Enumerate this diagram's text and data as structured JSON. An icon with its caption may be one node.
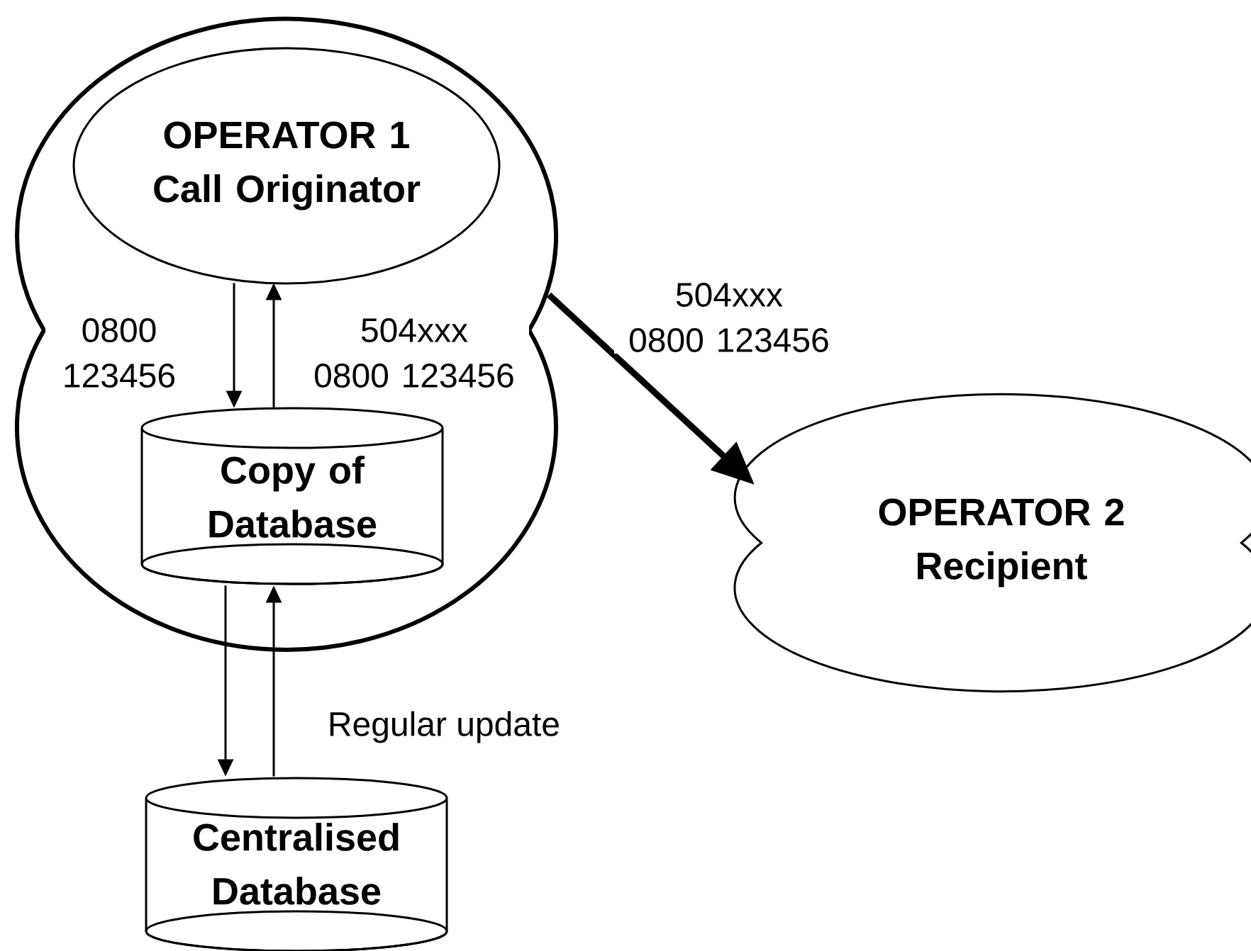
{
  "diagram": {
    "nodes": [
      {
        "text": [],
        "shape": "cloud"
      },
      {
        "text": [
          "OPERATOR 1",
          "Call Originator"
        ],
        "in": 0
      },
      {
        "text": [
          "Copy of Database"
        ],
        "in": 0
      },
      {
        "text": [
          "OPERATOR 2",
          "Recipient"
        ]
      },
      {
        "text": [
          "Centralised Database"
        ]
      }
    ],
    "edges": [
      {
        "from": 1,
        "to": 2,
        "arrow": "to",
        "label": "0800 123456"
      },
      {
        "from": 2,
        "to": 1,
        "arrow": "to",
        "label": "504xxx 0800 123456"
      },
      {
        "from": 0,
        "to": 3,
        "arrow": "to",
        "label": "504xxx 0800 123456",
        "style": "thick"
      },
      {
        "from": 2,
        "to": 4,
        "arrow": "to"
      },
      {
        "from": 4,
        "to": 2,
        "arrow": "to",
        "label": "Regular update"
      }
    ]
  }
}
